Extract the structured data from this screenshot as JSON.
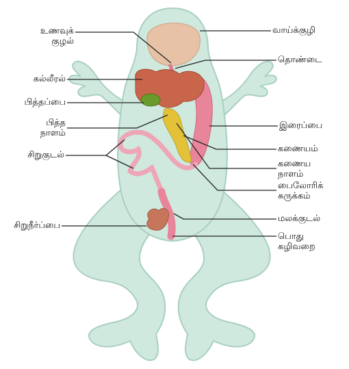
{
  "labels": {
    "left": {
      "unavu_kuzhal_1": "உணவுக்",
      "unavu_kuzhal_2": "குழல்",
      "kalleeral": "கல்லீரல்",
      "piththappai": "பித்தப்பை",
      "piththa_naalam_1": "பித்த",
      "piththa_naalam_2": "நாளம்",
      "sirukudal": "சிறுகுடல்",
      "siruneerppai": "சிறுநீர்ப்பை"
    },
    "right": {
      "vaaikkuzhi": "வாய்க்குழி",
      "thondai": "தொண்டை",
      "iraippai": "இரைப்பை",
      "kanaiyam": "கணையம்",
      "kanaiya_naalam_1": "கணைய",
      "kanaiya_naalam_2": "நாளம்",
      "pylorik_1": "பைலோரிக்",
      "pylorik_2": "சுருக்கம்",
      "malakkudal": "மலக்குடல்",
      "pothu_1": "பொது",
      "pothu_2": "கழிவறை"
    }
  },
  "colors": {
    "body": "#cfe9de",
    "body_outline": "#a9cfc0",
    "mouth": "#e8c2a6",
    "liver": "#c9654a",
    "gall": "#6a9a2a",
    "pancreas": "#e3c23a",
    "stomach": "#e8859a",
    "intestine": "#eea6b6",
    "bladder": "#c6765a"
  }
}
